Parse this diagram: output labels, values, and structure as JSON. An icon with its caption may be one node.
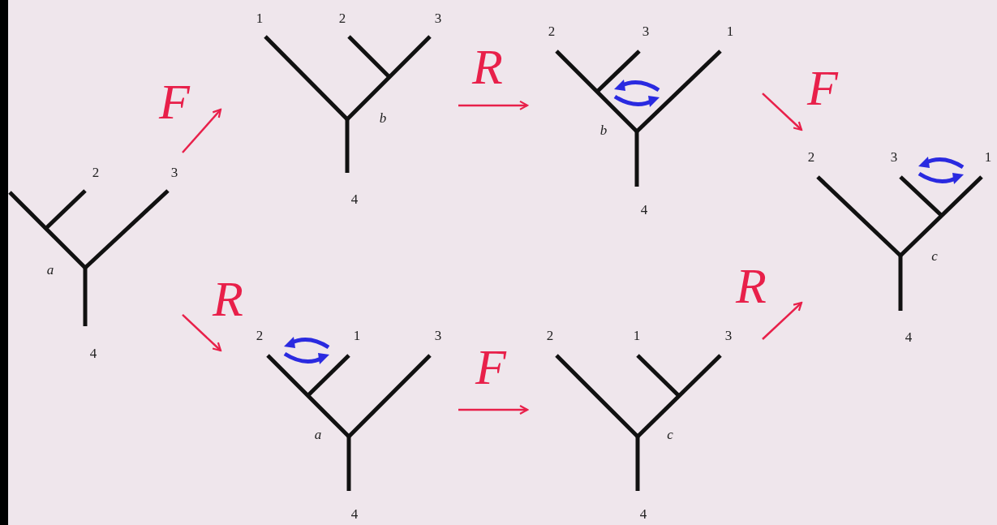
{
  "diagram": {
    "nodes": [
      {
        "text": [
          "2",
          "3",
          "a",
          "4"
        ]
      },
      {
        "text": [
          "1",
          "2",
          "3",
          "b",
          "4"
        ]
      },
      {
        "text": [
          "2",
          "3",
          "1",
          "b",
          "4"
        ]
      },
      {
        "text": [
          "2",
          "3",
          "1",
          "c",
          "4"
        ]
      },
      {
        "text": [
          "2",
          "1",
          "3",
          "a",
          "4"
        ]
      },
      {
        "text": [
          "2",
          "1",
          "3",
          "c",
          "4"
        ]
      }
    ],
    "edges": [
      {
        "from": 0,
        "to": 1,
        "arrow": "to",
        "label": "F"
      },
      {
        "from": 1,
        "to": 2,
        "arrow": "to",
        "label": "R"
      },
      {
        "from": 2,
        "to": 3,
        "arrow": "to",
        "label": "F"
      },
      {
        "from": 0,
        "to": 4,
        "arrow": "to",
        "label": "R"
      },
      {
        "from": 4,
        "to": 5,
        "arrow": "to",
        "label": "F"
      },
      {
        "from": 5,
        "to": 3,
        "arrow": "to",
        "label": "R"
      }
    ]
  }
}
